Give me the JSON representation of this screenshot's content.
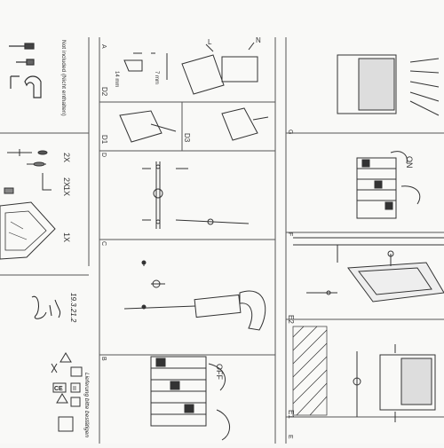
{
  "page": {
    "title": "Installation instruction sheet (rotated)"
  },
  "sections": {
    "a": "A",
    "b": "B",
    "c": "C",
    "d": "D",
    "e": "E",
    "f": "F",
    "g": "G",
    "d1": "D1",
    "d2": "D2",
    "d3": "D3",
    "e1": "E1",
    "e2": "E2"
  },
  "tools_note": "Not included (Nicht enthalten)",
  "parts": {
    "qty_2x_a": "2X",
    "qty_2x_b": "2X",
    "qty_1x_a": "1X",
    "qty_1x_b": "1X"
  },
  "dimensions": {
    "strip_length": "14 mm",
    "wire_length": "7 mm"
  },
  "wiring": {
    "live": "L",
    "neutral": "N"
  },
  "switch_labels": {
    "off": "OFF",
    "on": "ON"
  },
  "handwriting": {
    "date_note": "19.3.21.2",
    "approval_note": "Lieferung bitte bestätigen"
  },
  "marks": {
    "ce": "CE",
    "class": "II"
  }
}
